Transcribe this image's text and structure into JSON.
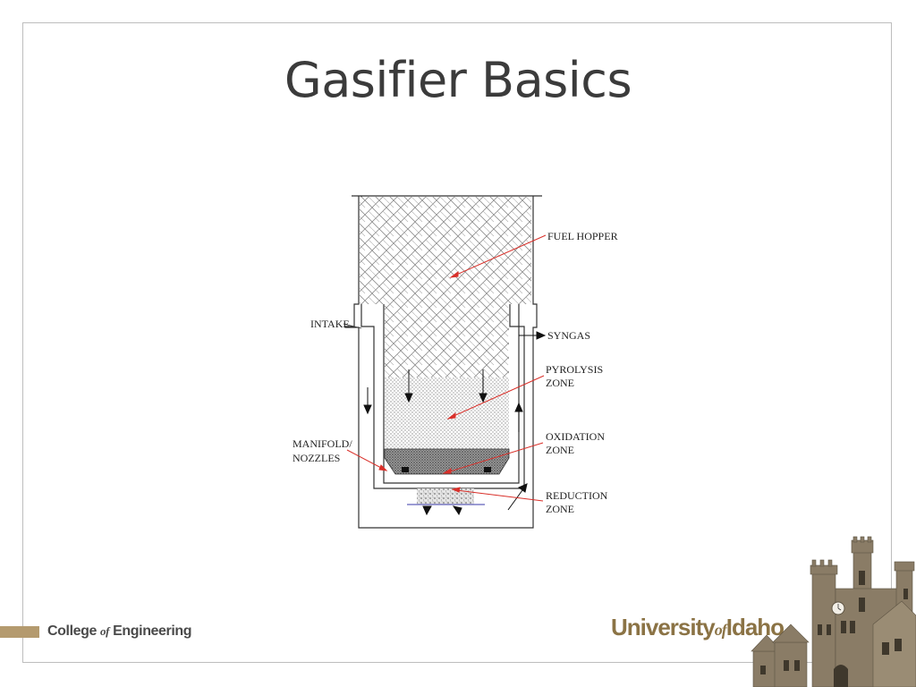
{
  "slide": {
    "title": "Gasifier Basics"
  },
  "diagram": {
    "labels": {
      "fuel_hopper": "FUEL HOPPER",
      "intake": "INTAKE",
      "syngas": "SYNGAS",
      "pyrolysis_line1": "PYROLYSIS",
      "pyrolysis_line2": "ZONE",
      "oxidation_line1": "OXIDATION",
      "oxidation_line2": "ZONE",
      "manifold_line1": "MANIFOLD/",
      "manifold_line2": "NOZZLES",
      "reduction_line1": "REDUCTION",
      "reduction_line2": "ZONE"
    },
    "colors": {
      "leader_line": "#d9302a",
      "outline": "#333333",
      "grate_line": "#3a3aa8"
    }
  },
  "footer": {
    "college_prefix": "College ",
    "college_of": "of",
    "college_suffix": " Engineering",
    "university_prefix": "University",
    "university_of": "of",
    "university_suffix": "Idaho",
    "accent_color": "#b49a6e",
    "building_icon": "university-tower-icon"
  }
}
